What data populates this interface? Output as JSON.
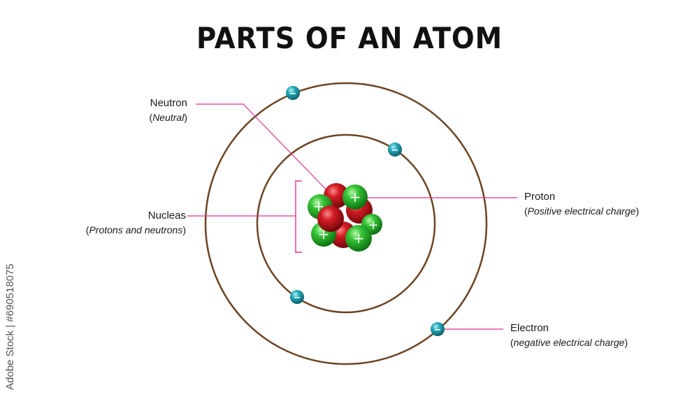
{
  "title": "PARTS OF AN ATOM",
  "labels": {
    "neutron": {
      "name": "Neutron",
      "paren_open": "(",
      "desc": "Neutral",
      "paren_close": ")"
    },
    "nucleus": {
      "name": "Nucleas",
      "paren_open": "(",
      "desc": "Protons and neutrons",
      "paren_close": ")"
    },
    "proton": {
      "name": "Proton",
      "paren_open": "(",
      "desc": "Positive electrical charge",
      "paren_close": ")"
    },
    "electron": {
      "name": "Electron",
      "paren_open": "(",
      "desc": "negative electrical charge",
      "paren_close": ")"
    }
  },
  "symbols": {
    "plus": "+",
    "minus": "−"
  },
  "watermark": "Adobe Stock | #690518075",
  "colors": {
    "orbit": "#6b4423",
    "leader": "#e0338f",
    "proton": "#22b022",
    "neutron": "#c0161c",
    "electron": "#1a9aa8"
  }
}
